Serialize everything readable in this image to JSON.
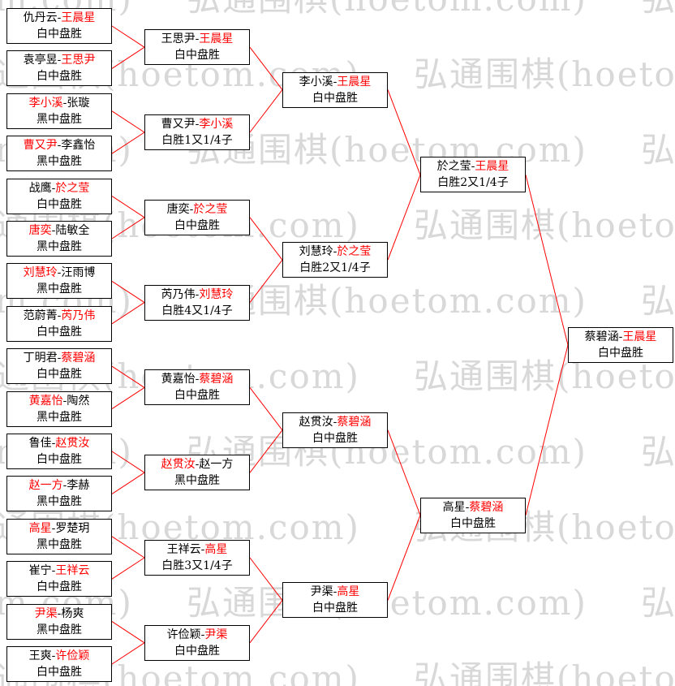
{
  "watermark": {
    "text": "弘通围棋(hoetom.com)"
  },
  "colors": {
    "page_bg": "#ffffff",
    "box_bg": "#ffffff",
    "box_border": "#000000",
    "text": "#000000",
    "winner": "#ff0000",
    "line": "#ff0000",
    "watermark": "#d8d8d8"
  },
  "bracket": {
    "rounds": [
      {
        "round": 1,
        "matches": [
          {
            "p1": "仇丹云",
            "p2": "王晨星",
            "winner": "p2",
            "result": "白中盘胜"
          },
          {
            "p1": "袁亭昱",
            "p2": "王思尹",
            "winner": "p2",
            "result": "白中盘胜"
          },
          {
            "p1": "李小溪",
            "p2": "张璇",
            "winner": "p1",
            "result": "黑中盘胜"
          },
          {
            "p1": "曹又尹",
            "p2": "李鑫怡",
            "winner": "p1",
            "result": "黑中盘胜"
          },
          {
            "p1": "战鹰",
            "p2": "於之莹",
            "winner": "p2",
            "result": "白中盘胜"
          },
          {
            "p1": "唐奕",
            "p2": "陆敏全",
            "winner": "p1",
            "result": "黑中盘胜"
          },
          {
            "p1": "刘慧玲",
            "p2": "汪雨博",
            "winner": "p1",
            "result": "黑中盘胜"
          },
          {
            "p1": "范蔚菁",
            "p2": "芮乃伟",
            "winner": "p2",
            "result": "白中盘胜"
          },
          {
            "p1": "丁明君",
            "p2": "蔡碧涵",
            "winner": "p2",
            "result": "白中盘胜"
          },
          {
            "p1": "黄嘉怡",
            "p2": "陶然",
            "winner": "p1",
            "result": "黑中盘胜"
          },
          {
            "p1": "鲁佳",
            "p2": "赵贯汝",
            "winner": "p2",
            "result": "白中盘胜"
          },
          {
            "p1": "赵一方",
            "p2": "李赫",
            "winner": "p1",
            "result": "黑中盘胜"
          },
          {
            "p1": "高星",
            "p2": "罗楚玥",
            "winner": "p1",
            "result": "黑中盘胜"
          },
          {
            "p1": "崔宁",
            "p2": "王祥云",
            "winner": "p2",
            "result": "白中盘胜"
          },
          {
            "p1": "尹渠",
            "p2": "杨爽",
            "winner": "p1",
            "result": "黑中盘胜"
          },
          {
            "p1": "王爽",
            "p2": "许俭颖",
            "winner": "p2",
            "result": "白中盘胜"
          }
        ]
      },
      {
        "round": 2,
        "matches": [
          {
            "p1": "王思尹",
            "p2": "王晨星",
            "winner": "p2",
            "result": "白中盘胜"
          },
          {
            "p1": "曹又尹",
            "p2": "李小溪",
            "winner": "p2",
            "result": "白胜1又1/4子"
          },
          {
            "p1": "唐奕",
            "p2": "於之莹",
            "winner": "p2",
            "result": "白中盘胜"
          },
          {
            "p1": "芮乃伟",
            "p2": "刘慧玲",
            "winner": "p2",
            "result": "白胜4又1/4子"
          },
          {
            "p1": "黄嘉怡",
            "p2": "蔡碧涵",
            "winner": "p2",
            "result": "白中盘胜"
          },
          {
            "p1": "赵贯汝",
            "p2": "赵一方",
            "winner": "p1",
            "result": "黑中盘胜"
          },
          {
            "p1": "王祥云",
            "p2": "高星",
            "winner": "p2",
            "result": "白胜3又1/4子"
          },
          {
            "p1": "许俭颖",
            "p2": "尹渠",
            "winner": "p2",
            "result": "白中盘胜"
          }
        ]
      },
      {
        "round": 3,
        "matches": [
          {
            "p1": "李小溪",
            "p2": "王晨星",
            "winner": "p2",
            "result": "白中盘胜"
          },
          {
            "p1": "刘慧玲",
            "p2": "於之莹",
            "winner": "p2",
            "result": "白胜2又1/4子"
          },
          {
            "p1": "赵贯汝",
            "p2": "蔡碧涵",
            "winner": "p2",
            "result": "白中盘胜"
          },
          {
            "p1": "尹渠",
            "p2": "高星",
            "winner": "p2",
            "result": "白中盘胜"
          }
        ]
      },
      {
        "round": 4,
        "matches": [
          {
            "p1": "於之莹",
            "p2": "王晨星",
            "winner": "p2",
            "result": "白胜2又1/4子"
          },
          {
            "p1": "高星",
            "p2": "蔡碧涵",
            "winner": "p2",
            "result": "白中盘胜"
          }
        ]
      },
      {
        "round": 5,
        "matches": [
          {
            "p1": "蔡碧涵",
            "p2": "王晨星",
            "winner": "p2",
            "result": "白中盘胜"
          }
        ]
      }
    ]
  }
}
